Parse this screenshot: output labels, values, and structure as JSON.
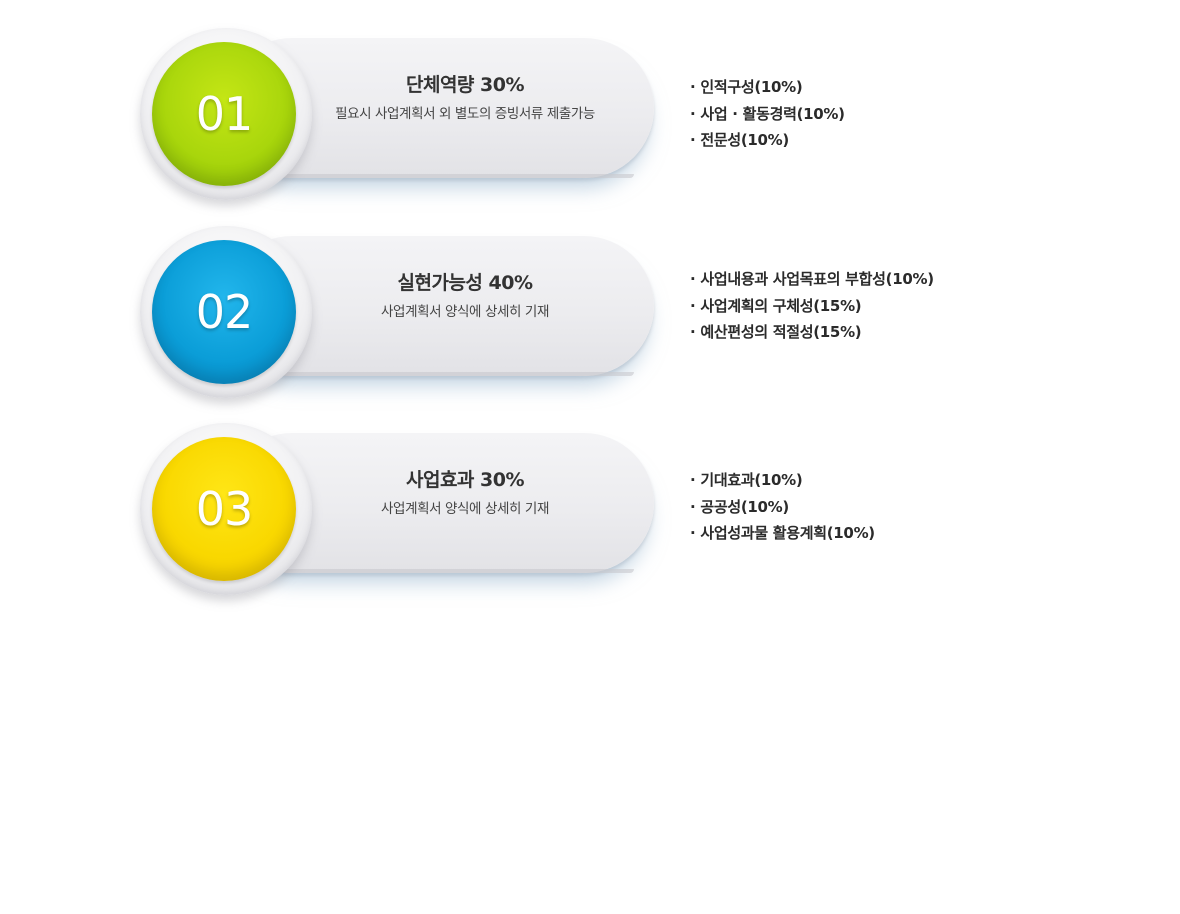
{
  "items": [
    {
      "number": "01",
      "title": "단체역량 30%",
      "subtitle": "필요시 사업계획서 외 별도의 증빙서류 제출가능",
      "details": [
        "· 인적구성(10%)",
        "· 사업 · 활동경력(10%)",
        "· 전문성(10%)"
      ],
      "color": "#a9d60c"
    },
    {
      "number": "02",
      "title": "실현가능성 40%",
      "subtitle": "사업계획서 양식에 상세히 기재",
      "details": [
        "· 사업내용과 사업목표의 부합성(10%)",
        "· 사업계획의 구체성(15%)",
        "· 예산편성의 적절성(15%)"
      ],
      "color": "#0b9ed8"
    },
    {
      "number": "03",
      "title": "사업효과 30%",
      "subtitle": "사업계획서 양식에 상세히 기재",
      "details": [
        "· 기대효과(10%)",
        "· 공공성(10%)",
        "· 사업성과물 활용계획(10%)"
      ],
      "color": "#f9d800"
    }
  ]
}
